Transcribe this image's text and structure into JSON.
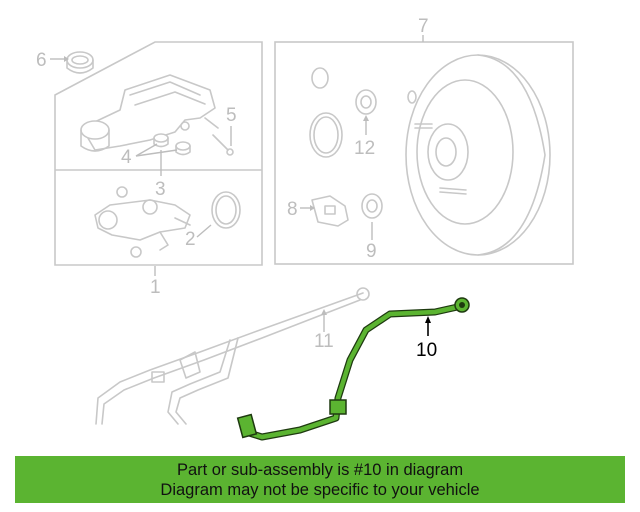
{
  "colors": {
    "highlight": "#5bb431",
    "highlight_outline": "#1e3a10",
    "line_art": "#c8c8c8",
    "callout_text": "#bdbdbd",
    "banner_bg": "#5bb431"
  },
  "callouts": {
    "c1": "1",
    "c2": "2",
    "c3": "3",
    "c4": "4",
    "c5": "5",
    "c6": "6",
    "c7": "7",
    "c8": "8",
    "c9": "9",
    "c10": "10",
    "c11": "11",
    "c12": "12"
  },
  "highlighted_part": "10",
  "banner": {
    "line1": "Part or sub-assembly is #10 in diagram",
    "line2": "Diagram may not be specific to your vehicle"
  }
}
